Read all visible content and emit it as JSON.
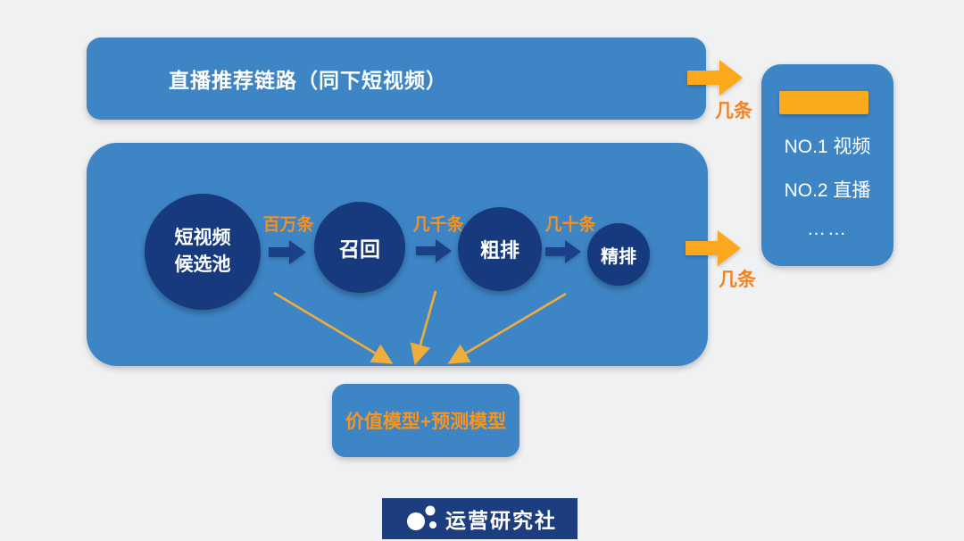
{
  "colors": {
    "background": "#F0F1F2",
    "panel_blue": "#3E85C6",
    "circle_navy": "#163A7D",
    "flow_arrow_navy": "#1A4186",
    "label_orange": "#F5821F",
    "big_arrow_orange": "#FBA81C",
    "highlight_bar_orange": "#FBAA1D",
    "thin_arrow_gold": "#EFAD3B",
    "logo_navy": "#1C3D7F"
  },
  "top_box": {
    "label": "直播推荐链路（同下短视频）"
  },
  "arrows": {
    "top_label": "几条",
    "mid_label": "几条"
  },
  "result_panel": {
    "items": [
      "NO.1 视频",
      "NO.2 直播",
      "……"
    ]
  },
  "pipeline": {
    "stages": [
      {
        "line1": "短视频",
        "line2": "候选池"
      },
      {
        "label": "召回"
      },
      {
        "label": "粗排"
      },
      {
        "label": "精排"
      }
    ],
    "transitions": [
      "百万条",
      "几千条",
      "几十条"
    ]
  },
  "model_box": {
    "label": "价值模型+预测模型"
  },
  "logo": {
    "label": "运营研究社"
  }
}
